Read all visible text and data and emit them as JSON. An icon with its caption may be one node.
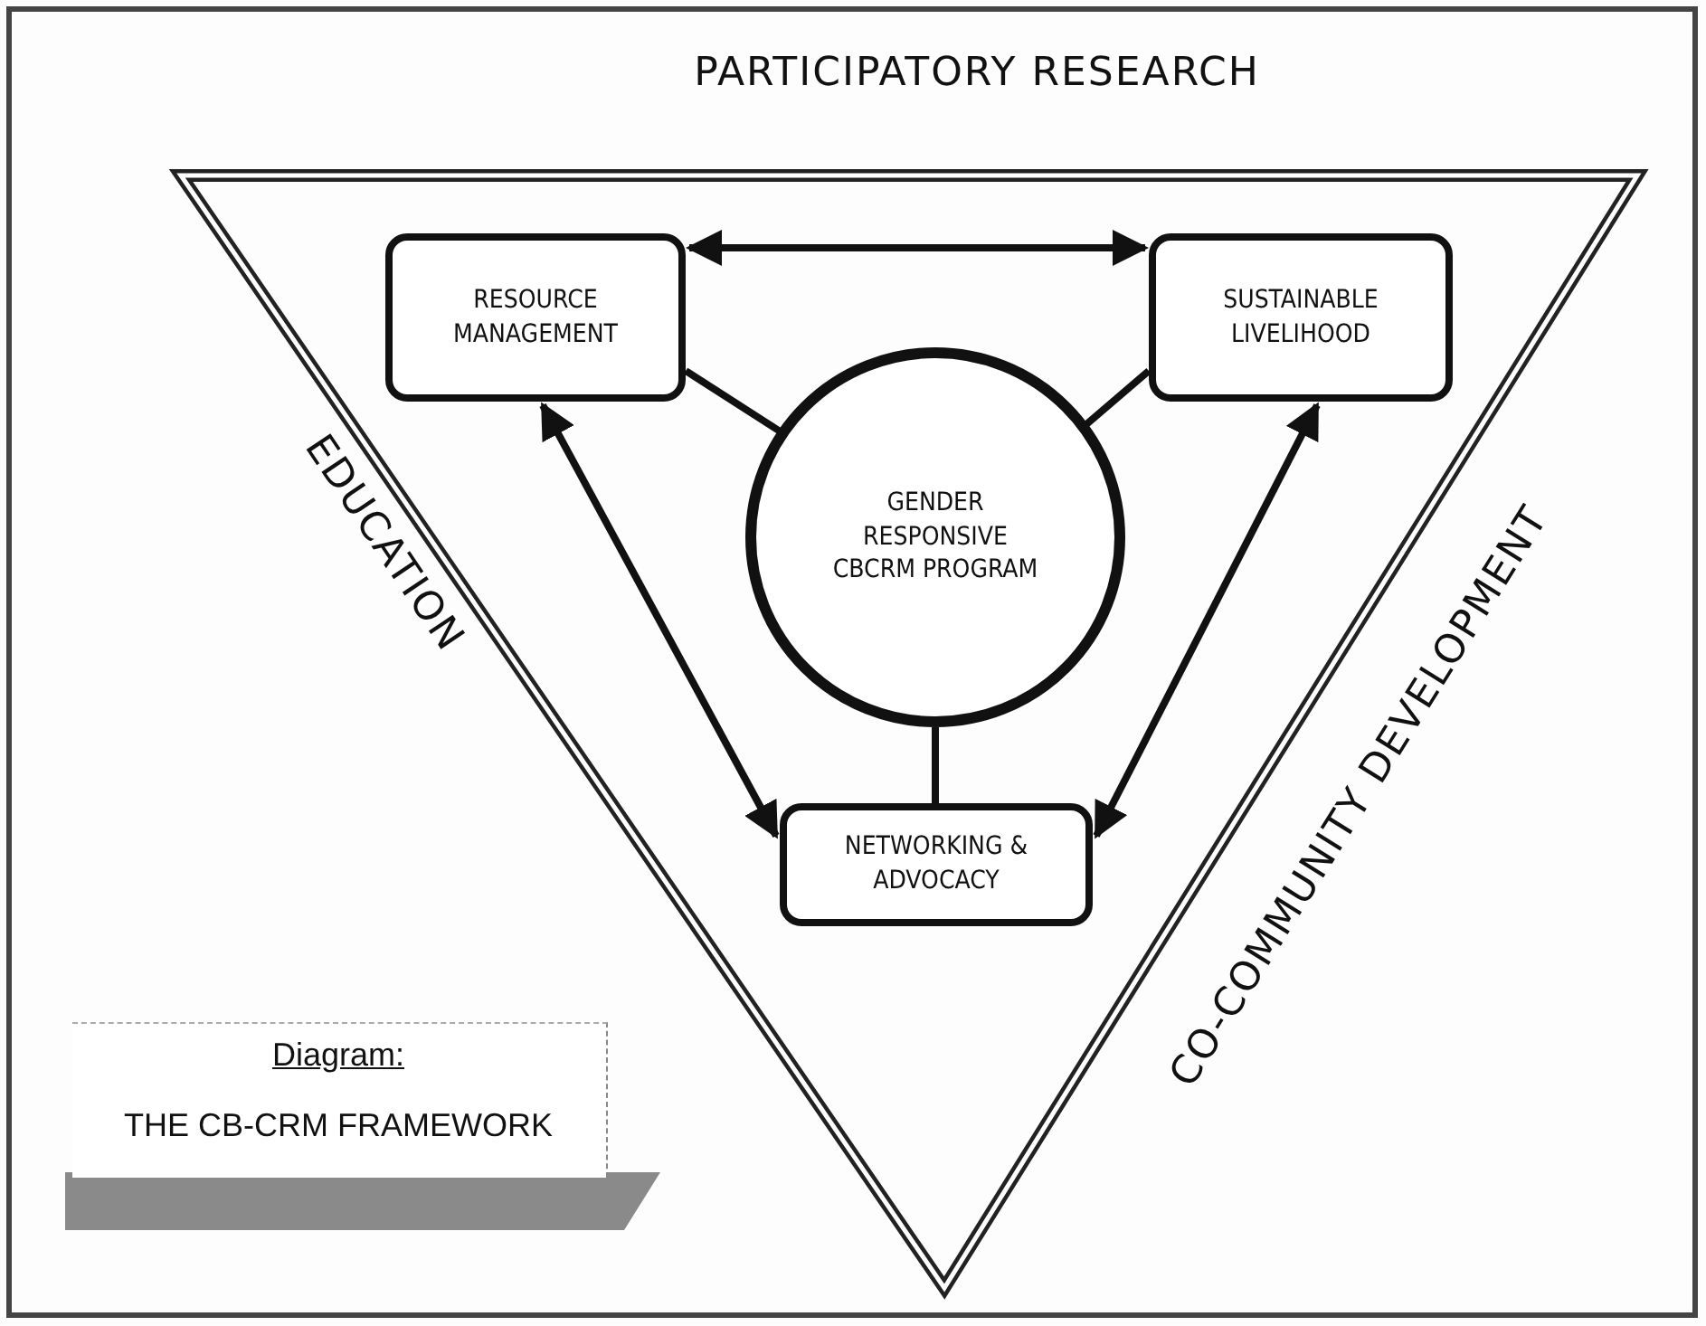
{
  "diagram": {
    "title": "THE CB-CRM FRAMEWORK",
    "nodes": [
      {
        "text": [
          "RESOURCE MANAGEMENT"
        ]
      },
      {
        "text": [
          "SUSTAINABLE LIVELIHOOD"
        ]
      },
      {
        "text": [
          "GENDER RESPONSIVE CBCRM PROGRAM"
        ]
      },
      {
        "text": [
          "NETWORKING & ADVOCACY"
        ]
      }
    ],
    "edges": [
      {
        "from": 0,
        "to": 1,
        "arrow": "both"
      },
      {
        "from": 0,
        "to": 2,
        "arrow": "none"
      },
      {
        "from": 1,
        "to": 2,
        "arrow": "none"
      },
      {
        "from": 0,
        "to": 3,
        "arrow": "both"
      },
      {
        "from": 1,
        "to": 3,
        "arrow": "both"
      },
      {
        "from": 2,
        "to": 3,
        "arrow": "none"
      }
    ],
    "labels": [
      "PARTICIPATORY RESEARCH",
      "EDUCATION",
      "CO-COMMUNITY DEVELOPMENT",
      "Diagram:"
    ]
  }
}
